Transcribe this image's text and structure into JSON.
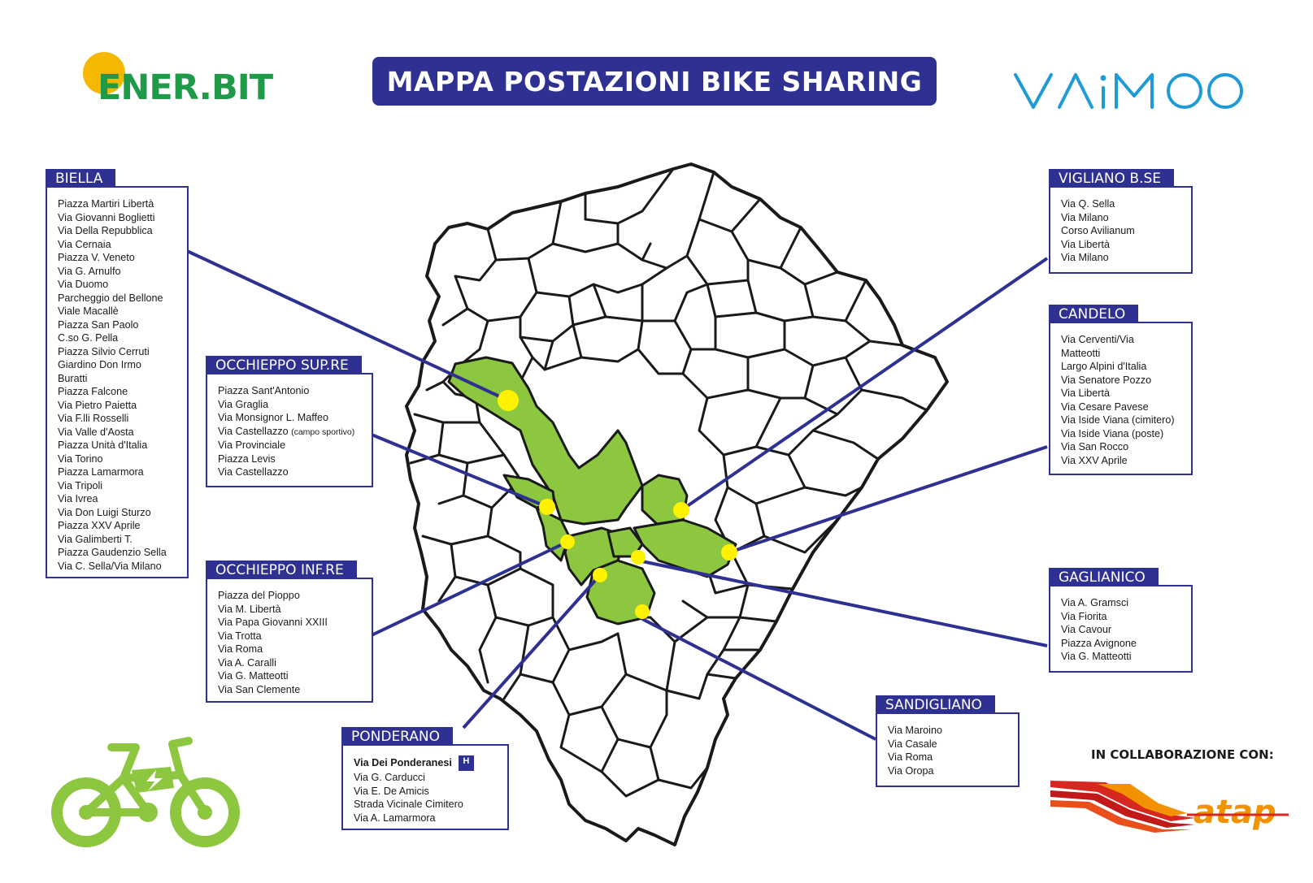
{
  "header": {
    "title": "MAPPA POSTAZIONI BIKE SHARING",
    "left_logo": "ENER.BIT",
    "right_logo": "VAIMOO"
  },
  "colors": {
    "navy": "#2e3192",
    "map_green": "#8dc63f",
    "station_yellow": "#fff200",
    "enerbit_green": "#1f9a48",
    "enerbit_yellow": "#f5b800",
    "vaimoo_blue": "#1e9bd7",
    "atap_red": "#d7281f",
    "atap_orange": "#f39200"
  },
  "boxes": {
    "biella": {
      "title": "BIELLA",
      "items": [
        "Piazza Martiri Libertà",
        "Via Giovanni Boglietti",
        "Via Della Repubblica",
        "Via Cernaia",
        "Piazza V. Veneto",
        "Via G. Arnulfo",
        "Via Duomo",
        "Parcheggio del Bellone",
        "Viale Macallè",
        "Piazza San Paolo",
        "C.so G. Pella",
        "Piazza Silvio Cerruti",
        "Giardino Don Irmo",
        "Buratti",
        "Piazza Falcone",
        "Via Pietro Paietta",
        "Via F.lli Rosselli",
        "Via Valle d'Aosta",
        "Piazza Unità d'Italia",
        "Via Torino",
        "Piazza Lamarmora",
        "Via Tripoli",
        "Via Ivrea",
        "Via Don Luigi Sturzo",
        "Piazza XXV Aprile",
        "Via Galimberti T.",
        "Piazza Gaudenzio Sella",
        "Via C. Sella/Via Milano"
      ]
    },
    "occhieppo_sup": {
      "title": "OCCHIEPPO SUP.RE",
      "items": [
        "Piazza Sant'Antonio",
        "Via Graglia",
        "Via Monsignor L. Maffeo",
        "Via Castellazzo",
        "Via Provinciale",
        "Piazza Levis",
        "Via Castellazzo"
      ],
      "note": "(campo sportivo)"
    },
    "occhieppo_inf": {
      "title": "OCCHIEPPO INF.RE",
      "items": [
        "Piazza del Pioppo",
        "Via M. Libertà",
        "Via Papa Giovanni XXIII",
        "Via Trotta",
        "Via Roma",
        "Via A. Caralli",
        "Via G. Matteotti",
        "Via San Clemente"
      ]
    },
    "ponderano": {
      "title": "PONDERANO",
      "first": "Via Dei Ponderanesi",
      "badge": "H",
      "items": [
        "Via G. Carducci",
        "Via E. De Amicis",
        "Strada Vicinale Cimitero",
        "Via A. Lamarmora"
      ]
    },
    "vigliano": {
      "title": "VIGLIANO B.SE",
      "items": [
        "Via Q. Sella",
        "Via Milano",
        "Corso Avilianum",
        "Via Libertà",
        "Via Milano"
      ]
    },
    "candelo": {
      "title": "CANDELO",
      "items": [
        "Via Cerventi/Via",
        "Matteotti",
        "Largo Alpini d'Italia",
        "Via Senatore Pozzo",
        "Via Libertà",
        "Via Cesare Pavese",
        "Via Iside Viana (cimitero)",
        "Via Iside Viana (poste)",
        "Via San Rocco",
        "Via XXV Aprile"
      ]
    },
    "gaglianico": {
      "title": "GAGLIANICO",
      "items": [
        "Via A. Gramsci",
        "Via Fiorita",
        "Via Cavour",
        "Piazza Avignone",
        "Via G. Matteotti"
      ]
    },
    "sandigliano": {
      "title": "SANDIGLIANO",
      "items": [
        "Via Maroino",
        "Via Casale",
        "Via Roma",
        "Via Oropa"
      ]
    }
  },
  "footer": {
    "collab": "IN COLLABORAZIONE CON:",
    "partner_logo": "atap"
  }
}
